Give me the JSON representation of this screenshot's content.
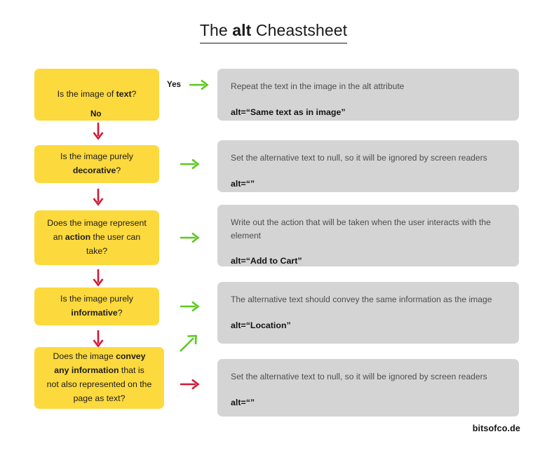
{
  "page": {
    "title_prefix": "The ",
    "title_emphasis": "alt",
    "title_suffix": " Cheastsheet",
    "title_plain": "The alt Cheastsheet",
    "footer": "bitsofco.de",
    "background": "#ffffff"
  },
  "colors": {
    "question_box": "#FCD93D",
    "answer_box": "#D4D4D4",
    "arrow_yes": "#5CC91E",
    "arrow_no": "#D01933",
    "text_dark": "#1d1d1d",
    "text_muted": "#4e4e4e"
  },
  "flow": {
    "steps": [
      {
        "id": "text",
        "question_html": "Is the image of <b>text</b>?",
        "question_plain": "Is the image of text?",
        "yes_label": "Yes",
        "no_label": "No",
        "yes_arrow": "arrow-right-green",
        "no_arrow": "arrow-down-red",
        "answer": {
          "description": "Repeat the text in the image in the alt attribute",
          "code": "alt=“Same text as in image”"
        }
      },
      {
        "id": "decorative",
        "question_html": "Is the image purely<br><b>decorative</b>?",
        "question_plain": "Is the image purely decorative?",
        "yes_label": "",
        "no_label": "",
        "yes_arrow": "arrow-right-green",
        "no_arrow": "arrow-down-red",
        "answer": {
          "description": "Set the alternative text to null, so it will be ignored by screen readers",
          "code": "alt=“”"
        }
      },
      {
        "id": "action",
        "question_html": "Does the image represent<br>an <b>action</b> the user can<br>take?",
        "question_plain": "Does the image represent an action the user can take?",
        "yes_label": "",
        "no_label": "",
        "yes_arrow": "arrow-right-green",
        "no_arrow": "arrow-down-red",
        "answer": {
          "description": "Write out the action that will be taken when the user interacts with the element",
          "code": "alt=“Add to Cart”"
        }
      },
      {
        "id": "informative",
        "question_html": "Is the image purely<br><b>informative</b>?",
        "question_plain": "Is the image purely informative?",
        "yes_label": "",
        "no_label": "",
        "yes_arrow": "arrow-right-green",
        "no_arrow": "arrow-down-red",
        "answer": {
          "description": "The alternative text should convey the same information as the image",
          "code": "alt=“Location”"
        }
      },
      {
        "id": "convey",
        "question_html": "Does the image <b>convey</b><br><b>any information</b> that is<br>not also represented on the<br>page as text?",
        "question_plain": "Does the image convey any information that is not also represented on the page as text?",
        "yes_label": "",
        "no_label": "",
        "yes_arrow": "arrow-up-right-green",
        "no_arrow": "arrow-right-red",
        "answer": {
          "description": "Set the alternative text to null, so it will be ignored by screen readers",
          "code": "alt=“”"
        }
      }
    ]
  }
}
